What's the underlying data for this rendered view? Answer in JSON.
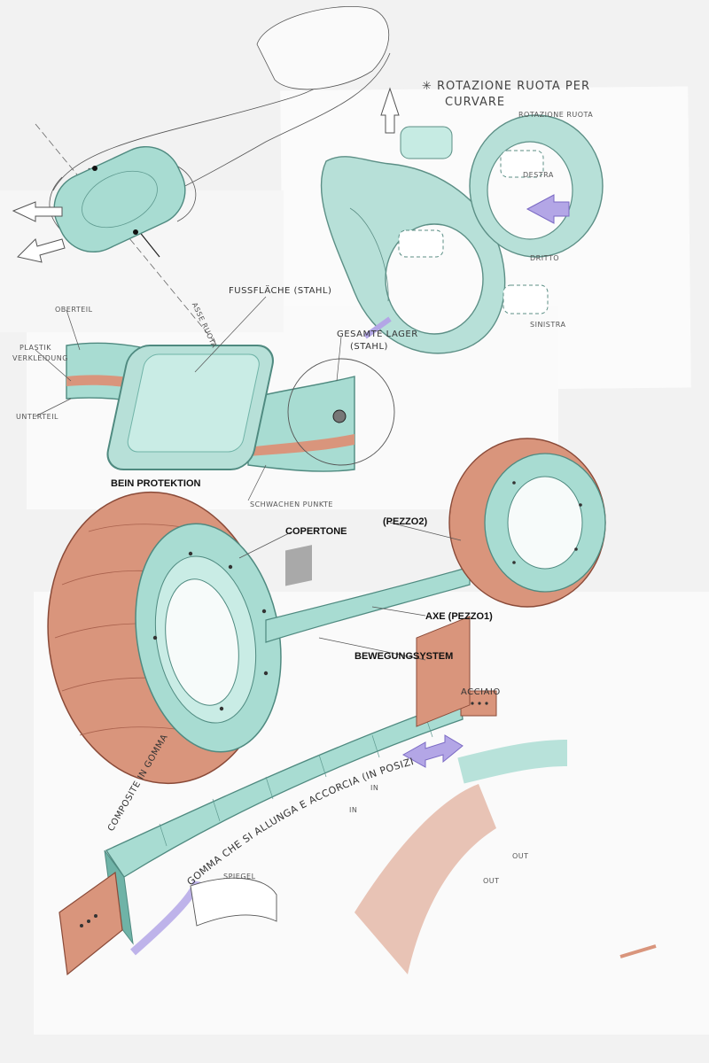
{
  "colors": {
    "teal": "#a8dcd2",
    "teal_dark": "#6fb3a7",
    "copper": "#d9957c",
    "copper_dark": "#b9705b",
    "accent_purple": "#b3a6e6",
    "paper": "#f4f4f4",
    "ink": "#333333"
  },
  "top_note": {
    "line1": "✳ ROTAZIONE RUOTA PER",
    "line2": "CURVARE"
  },
  "labels_top": {
    "asse_ruota": "ASSE RUOTA",
    "rotazione_ruota": "ROTAZIONE RUOTA",
    "destra": "DESTRA",
    "sinistra": "SINISTRA",
    "dritto": "DRITTO"
  },
  "labels_middle": {
    "fussflache": "FUSSFLÄCHE (STAHL)",
    "oberteil": "OBERTEIL",
    "plastik": "PLASTIK",
    "verkleidung": "VERKLEIDUNG",
    "unterteil": "UNTERTEIL",
    "gesamte_line1": "GESAMTE LAGER",
    "gesamte_line2": "(STAHL)",
    "bein_protektion": "BEIN PROTEKTION",
    "schwachen_punkte": "SCHWACHEN PUNKTE"
  },
  "labels_wheel": {
    "copertone": "COPERTONE",
    "pezzo2": "(PEZZO2)",
    "axe": "AXE (PEZZO1)",
    "bewegung": "BEWEGUNGSYSTEM"
  },
  "labels_bottom": {
    "acciaio": "ACCIAIO",
    "composite": "COMPOSITE IN GOMMA",
    "gomma_curve": "GOMMA CHE SI ALLUNGA E ACCORCIA (IN POSIZIONE)",
    "spiegel": "SPIEGEL",
    "in1": "IN",
    "in2": "IN",
    "out1": "OUT",
    "out2": "OUT"
  }
}
